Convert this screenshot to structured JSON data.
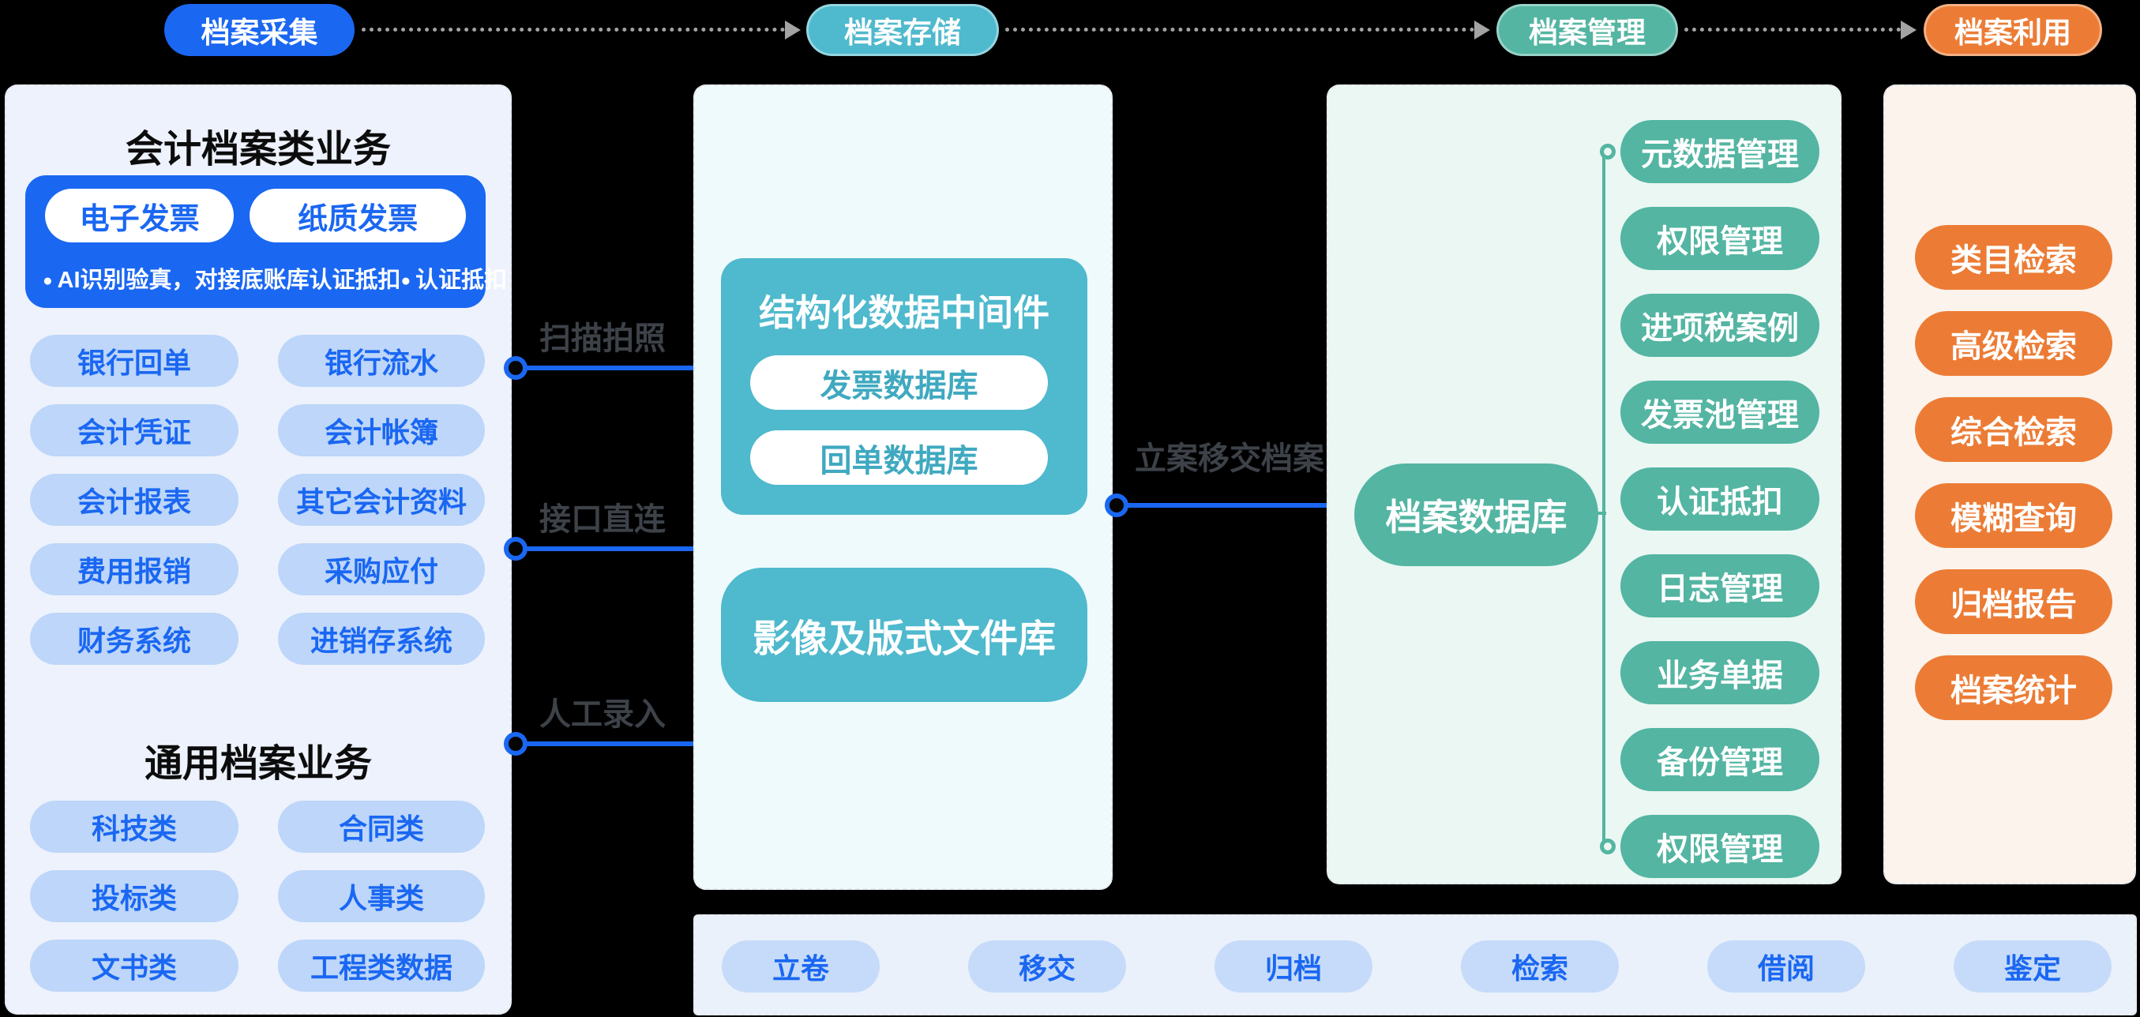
{
  "colors": {
    "blue": "#1A67F2",
    "teal": "#4FB9CD",
    "green": "#53B5A2",
    "orange": "#EC7C35",
    "light_blue_pill": "#BDD6F9",
    "left_panel_bg": "#EDF2FC",
    "storage_panel_bg": "#EFFAFC",
    "management_panel_bg": "#EAF7F3",
    "usage_panel_bg": "#FCF3EC",
    "bottom_bar_bg": "#EAF1FB",
    "connector_label_gray": "#3D4249",
    "background": "#000000"
  },
  "top_flow": {
    "nodes": [
      {
        "label": "档案采集",
        "color": "#1A67F2"
      },
      {
        "label": "档案存储",
        "color": "#4FB9CD"
      },
      {
        "label": "档案管理",
        "color": "#53B5A2"
      },
      {
        "label": "档案利用",
        "color": "#EC7C35"
      }
    ]
  },
  "left_panel": {
    "title_accounting": "会计档案类业务",
    "invoice_box": {
      "tabs": [
        "电子发票",
        "纸质发票"
      ],
      "bullets": [
        "AI识别验真，对接底账库认证抵扣",
        "认证抵扣"
      ]
    },
    "accounting_items": [
      "银行回单",
      "银行流水",
      "会计凭证",
      "会计帐簿",
      "会计报表",
      "其它会计资料",
      "费用报销",
      "采购应付",
      "财务系统",
      "进销存系统"
    ],
    "title_general": "通用档案业务",
    "general_items": [
      "科技类",
      "合同类",
      "投标类",
      "人事类",
      "文书类",
      "工程类数据"
    ]
  },
  "connectors": {
    "capture_labels": [
      "扫描拍照",
      "接口直连",
      "人工录入"
    ],
    "transfer_label": "立案移交档案"
  },
  "storage_panel": {
    "middleware_title": "结构化数据中间件",
    "middleware_items": [
      "发票数据库",
      "回单数据库"
    ],
    "file_store_title": "影像及版式文件库"
  },
  "management_panel": {
    "db_label": "档案数据库",
    "items": [
      "元数据管理",
      "权限管理",
      "进项税案例",
      "发票池管理",
      "认证抵扣",
      "日志管理",
      "业务单据",
      "备份管理",
      "权限管理"
    ]
  },
  "usage_panel": {
    "items": [
      "类目检索",
      "高级检索",
      "综合检索",
      "模糊查询",
      "归档报告",
      "档案统计"
    ]
  },
  "bottom_bar": {
    "items": [
      "立卷",
      "移交",
      "归档",
      "检索",
      "借阅",
      "鉴定"
    ]
  }
}
